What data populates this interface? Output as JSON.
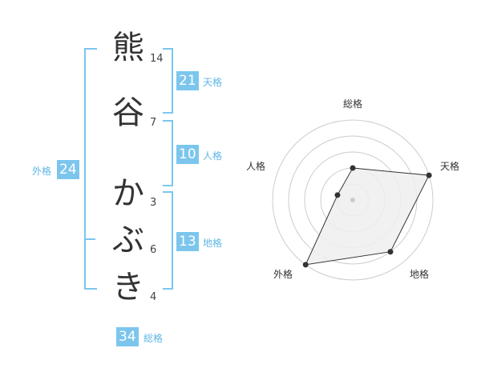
{
  "name": {
    "chars": [
      {
        "char": "熊",
        "strokes": "14"
      },
      {
        "char": "谷",
        "strokes": "7"
      },
      {
        "char": "か",
        "strokes": "3"
      },
      {
        "char": "ぶ",
        "strokes": "6"
      },
      {
        "char": "き",
        "strokes": "4"
      }
    ]
  },
  "fortunes": {
    "tenkaku": {
      "value": "21",
      "label": "天格"
    },
    "jinkaku": {
      "value": "10",
      "label": "人格"
    },
    "chikaku": {
      "value": "13",
      "label": "地格"
    },
    "gaikaku": {
      "value": "24",
      "label": "外格"
    },
    "soukaku": {
      "value": "34",
      "label": "総格"
    }
  },
  "radar": {
    "labels": {
      "top": "総格",
      "right_top": "天格",
      "right_bottom": "地格",
      "left_bottom": "外格",
      "left_top": "人格"
    },
    "levels": 5,
    "values": {
      "soukaku": 2,
      "tenkaku": 5,
      "chikaku": 4,
      "gaikaku": 5,
      "jinkaku": 1
    },
    "colors": {
      "fill": "#eeeeee",
      "line": "#333333",
      "grid": "#cccccc"
    }
  },
  "colors": {
    "accent": "#7cc6ee"
  }
}
